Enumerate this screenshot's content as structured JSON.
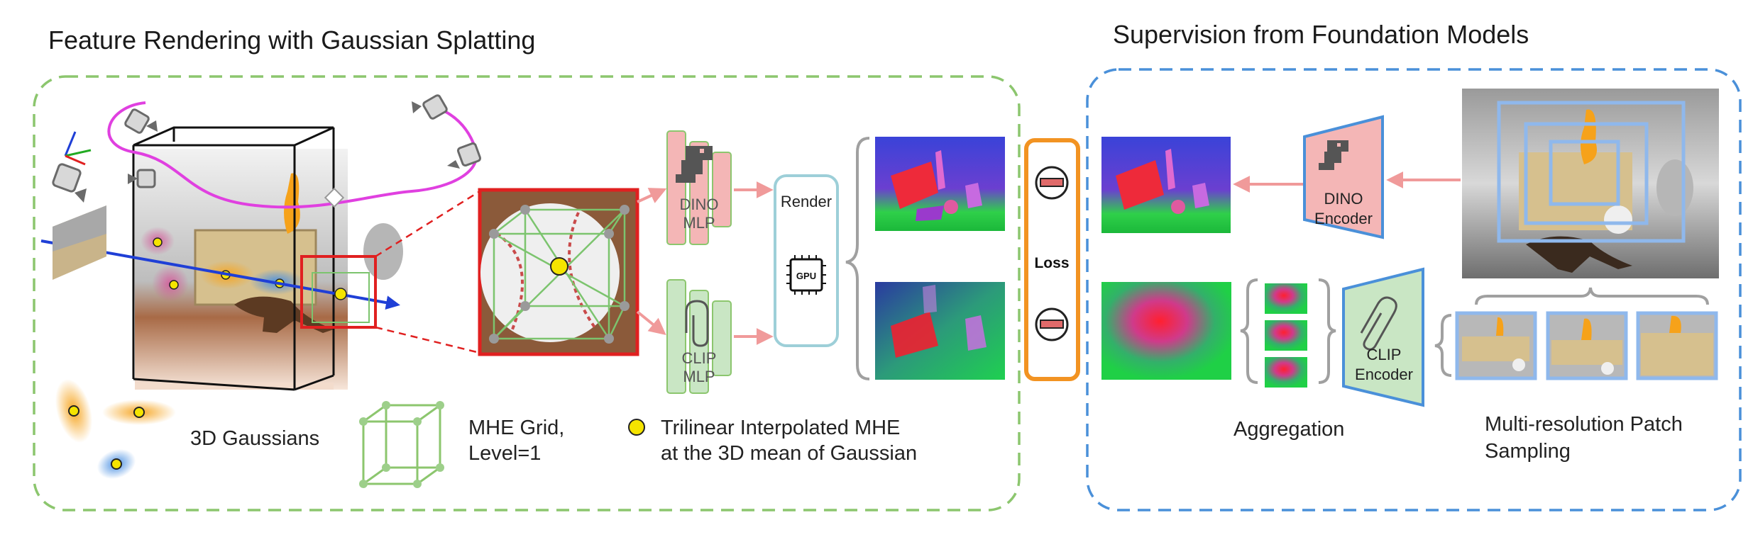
{
  "left_panel": {
    "title": "Feature Rendering with Gaussian Splatting",
    "dino_mlp_label": "DINO\nMLP",
    "clip_mlp_label": "CLIP\nMLP",
    "render_label": "Render",
    "gpu_label": "GPU",
    "legend": {
      "gaussians_label": "3D Gaussians",
      "mhe_grid_label": "MHE Grid,\nLevel=1",
      "trilinear_label": "Trilinear Interpolated MHE\nat the 3D mean of Gaussian"
    }
  },
  "loss_label": "Loss",
  "right_panel": {
    "title": "Supervision from Foundation Models",
    "dino_encoder_label": "DINO\nEncoder",
    "clip_encoder_label": "CLIP\nEncoder",
    "aggregation_label": "Aggregation",
    "patch_sampling_label": "Multi-resolution Patch\nSampling"
  },
  "colors": {
    "left_border": "#8cc66e",
    "right_border": "#4a90d9",
    "dino": "#f4b6b6",
    "clip": "#c9e6c4",
    "arrow": "#f09a9a",
    "loss_border": "#f29322",
    "trajectory": "#e040e0",
    "highlight": "#e02020"
  }
}
